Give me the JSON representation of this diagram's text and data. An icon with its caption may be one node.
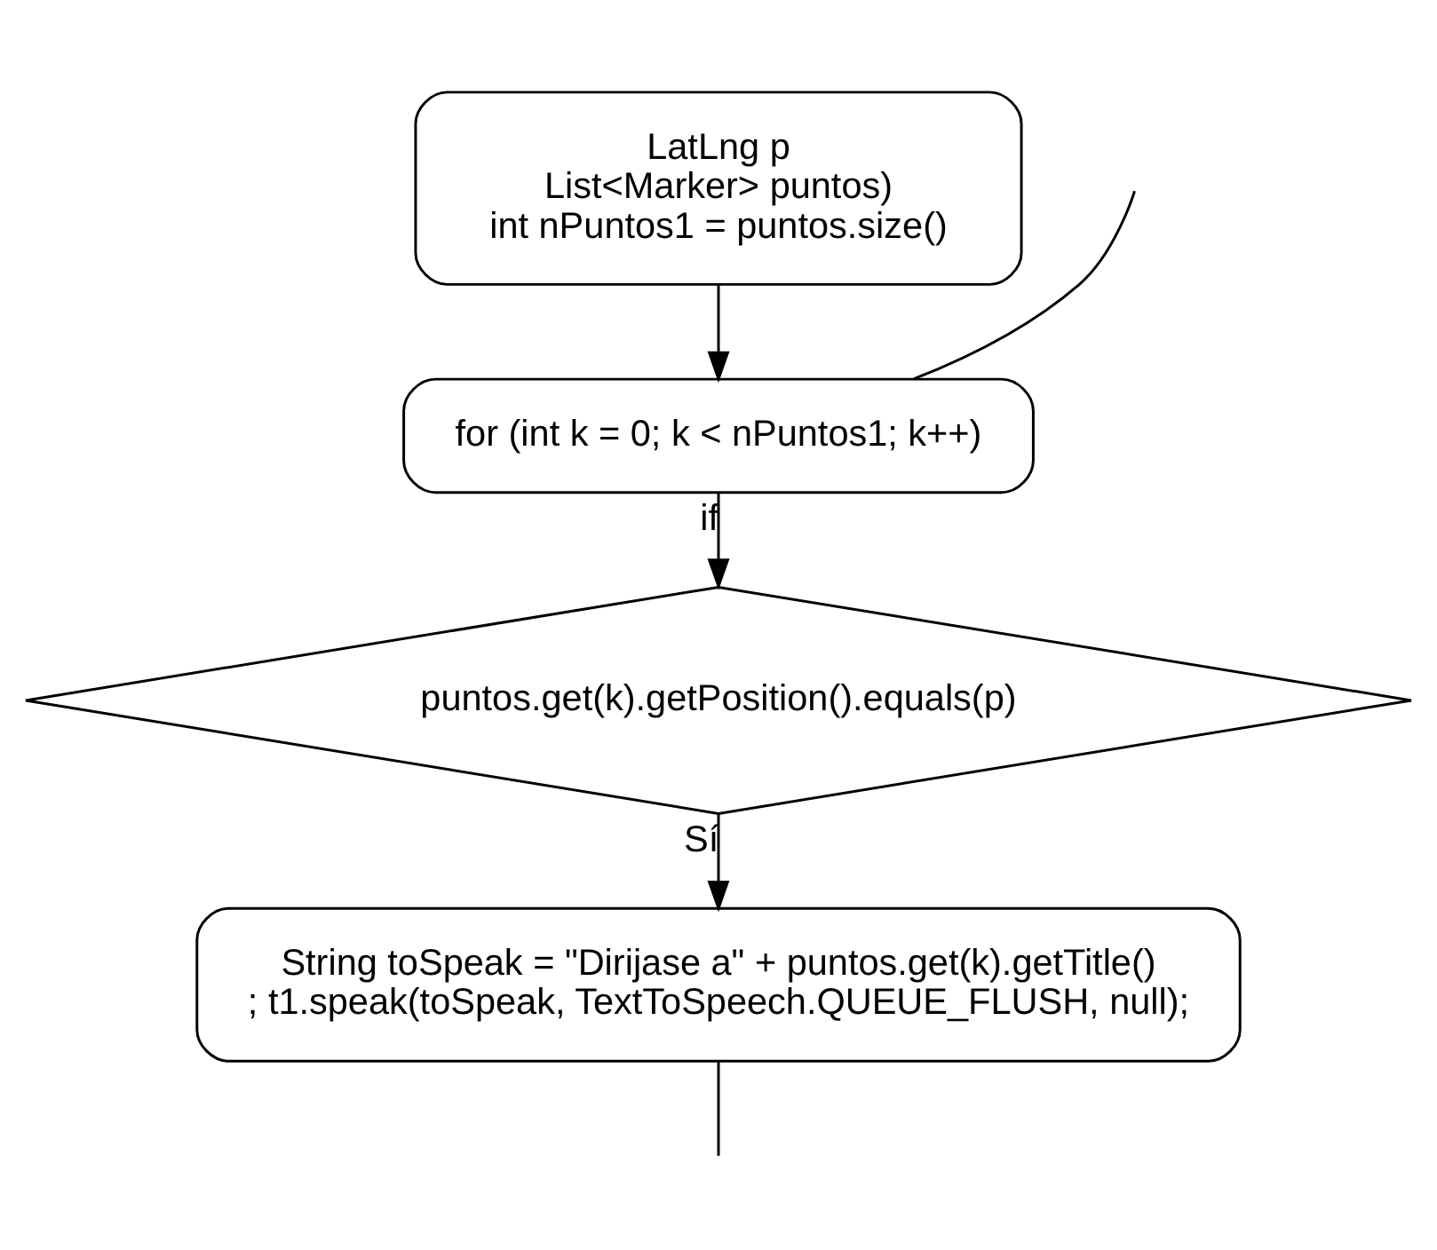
{
  "diagram": {
    "nodes": [
      {
        "text": [
          "LatLng p List<Marker> puntos) int nPuntos1 = puntos.size()"
        ]
      },
      {
        "text": [
          "for (int k = 0; k < nPuntos1; k++)"
        ]
      },
      {
        "text": [
          "puntos.get(k).getPosition().equals(p)"
        ]
      },
      {
        "text": [
          "String toSpeak = \"Dirijase a\" + puntos.get(k).getTitle(); t1.speak(toSpeak, TextToSpeech.QUEUE_FLUSH, null);"
        ]
      }
    ],
    "edges": [
      {
        "from": 0,
        "to": 1,
        "arrow": "to"
      },
      {
        "from": null,
        "to": 1,
        "arrow": "none"
      },
      {
        "from": 1,
        "to": 2,
        "arrow": "to",
        "label": "if"
      },
      {
        "from": 2,
        "to": 3,
        "arrow": "to",
        "label": "Sí"
      },
      {
        "from": 3,
        "to": null,
        "arrow": "none"
      }
    ]
  }
}
